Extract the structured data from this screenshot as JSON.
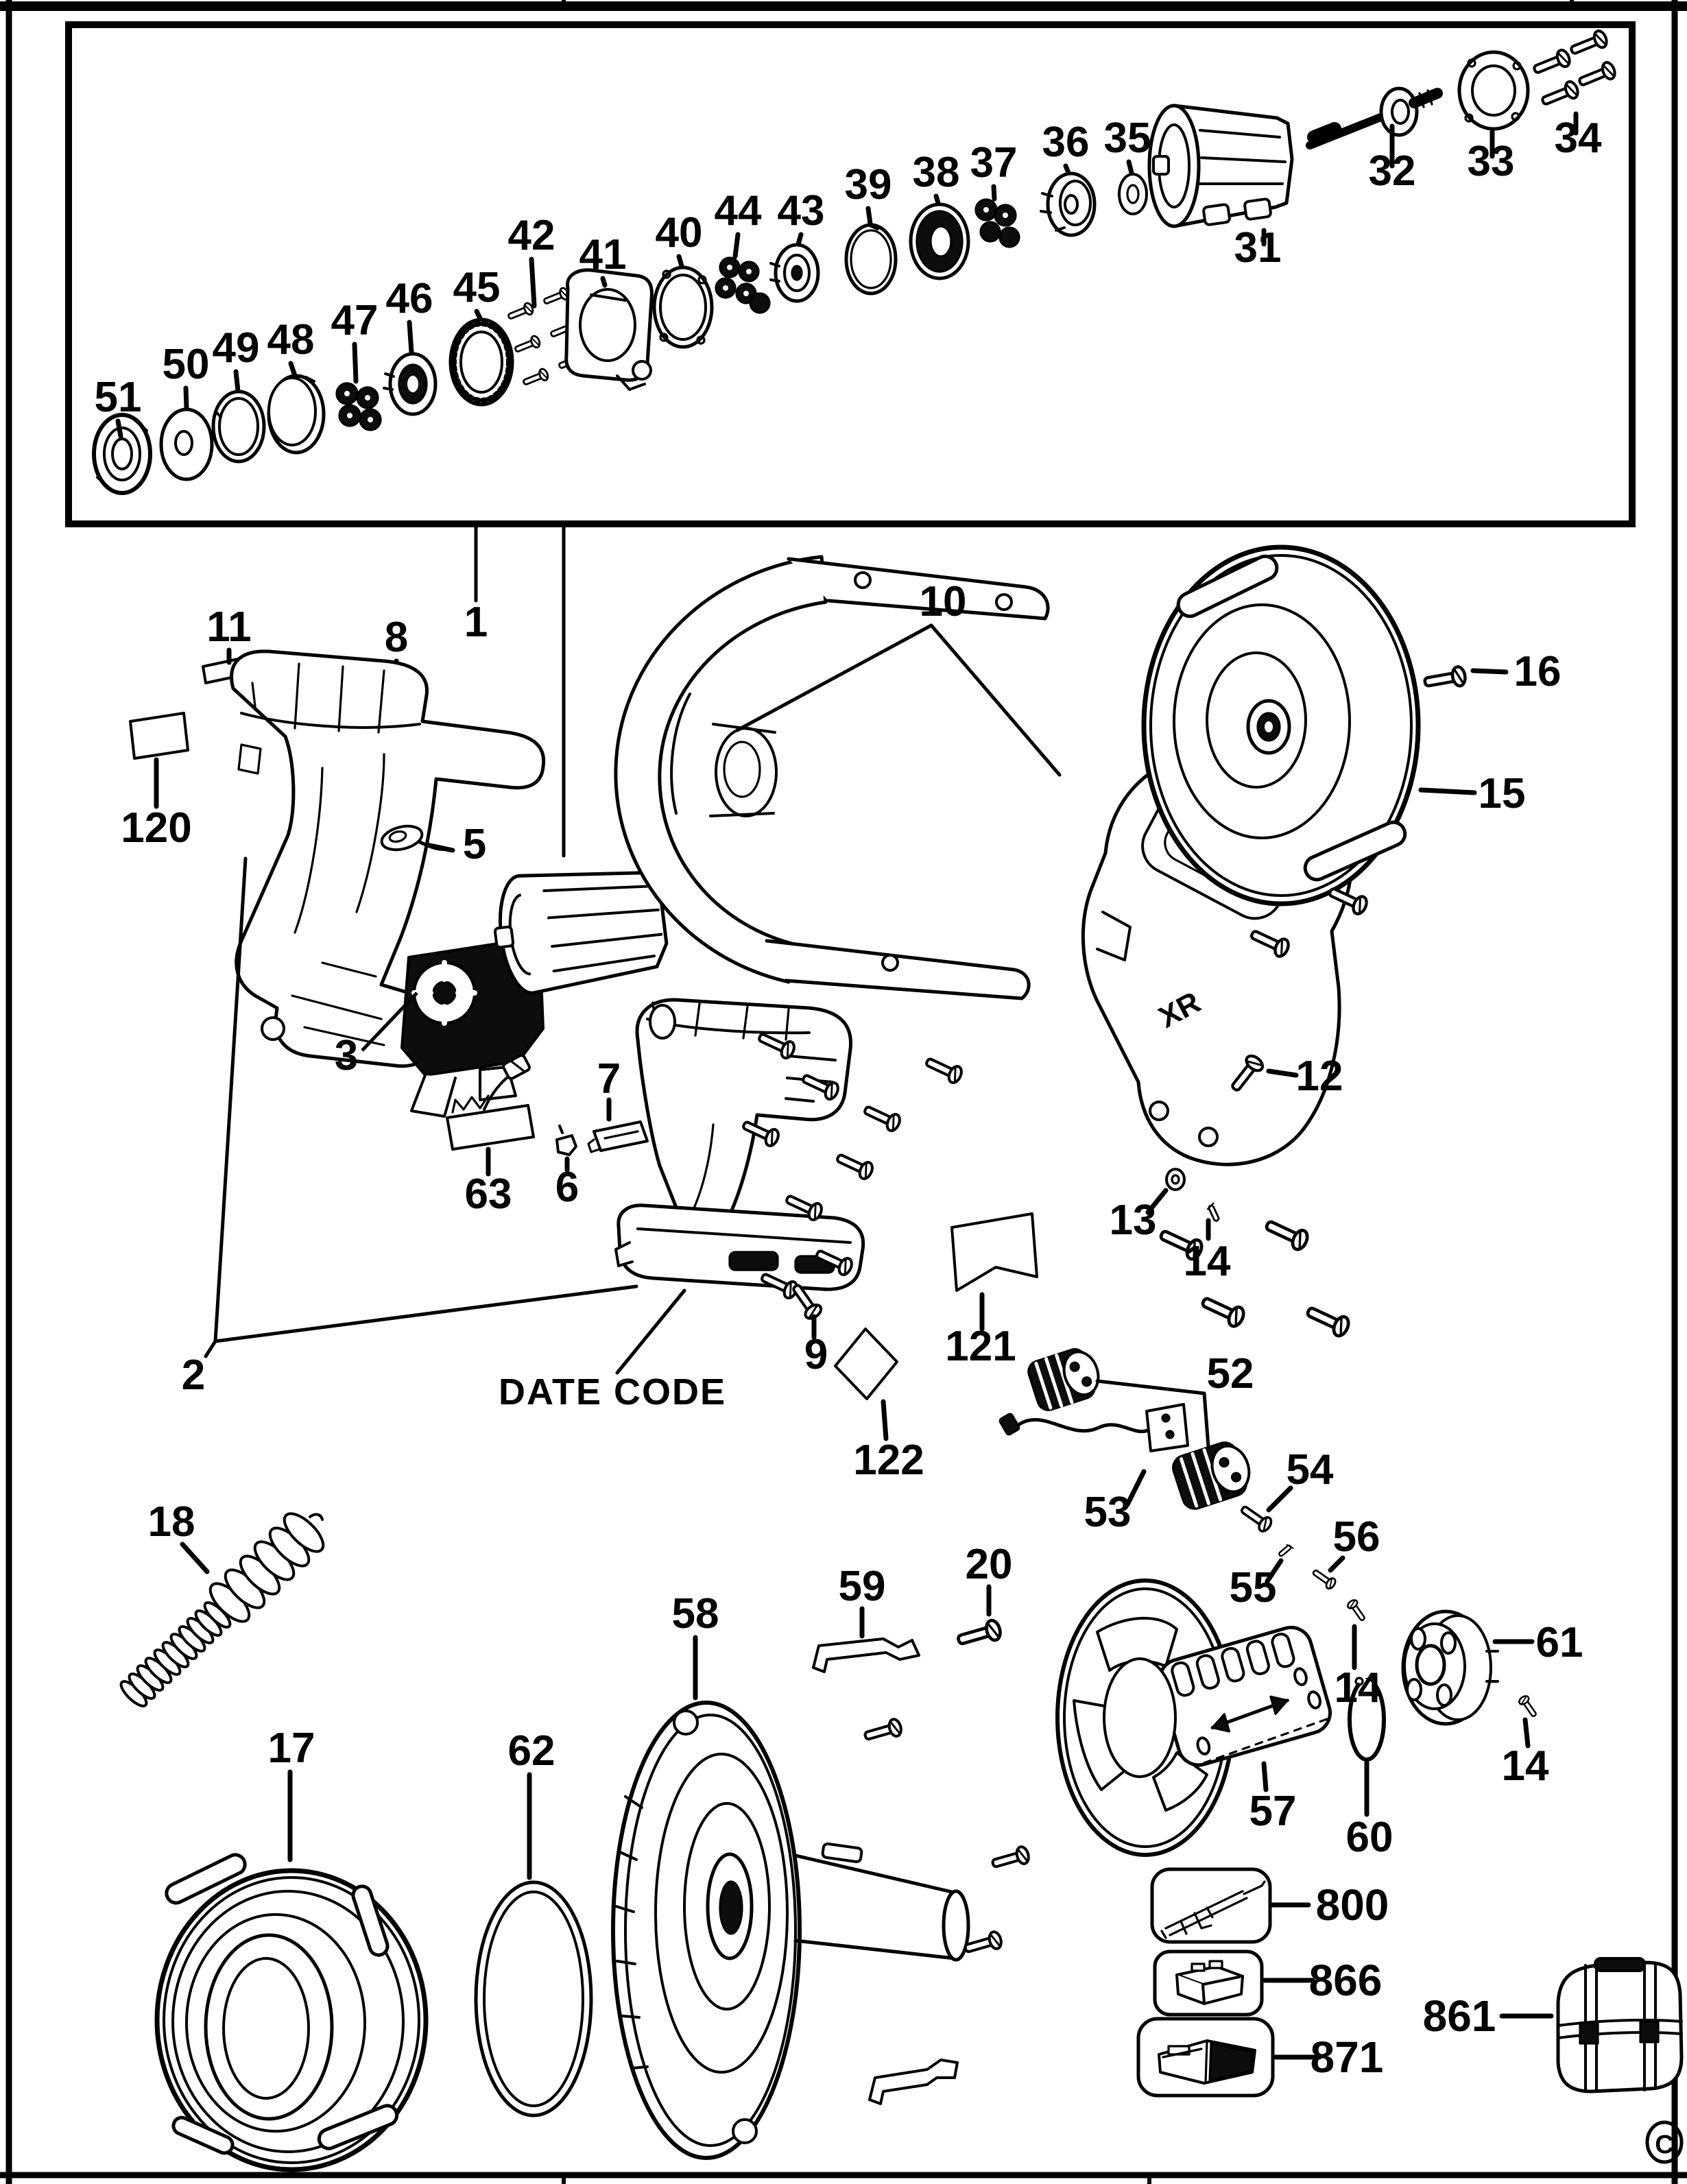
{
  "document": {
    "type": "exploded-parts-diagram",
    "date_code_label": "DATE CODE",
    "housing_logo": "XR",
    "copyright_mark": "C"
  },
  "labels": {
    "p51": "51",
    "p50": "50",
    "p49": "49",
    "p48": "48",
    "p47": "47",
    "p46": "46",
    "p45": "45",
    "p42": "42",
    "p41": "41",
    "p40": "40",
    "p44": "44",
    "p43": "43",
    "p39": "39",
    "p38": "38",
    "p37": "37",
    "p36": "36",
    "p35": "35",
    "p31": "31",
    "p32": "32",
    "p33": "33",
    "p34": "34",
    "p1": "1",
    "p2": "2",
    "p3": "3",
    "p5": "5",
    "p6": "6",
    "p7": "7",
    "p8": "8",
    "p9": "9",
    "p10": "10",
    "p11": "11",
    "p12": "12",
    "p13": "13",
    "p14a": "14",
    "p14b": "14",
    "p14c": "14",
    "p15": "15",
    "p16": "16",
    "p120": "120",
    "p121": "121",
    "p122": "122",
    "p63": "63",
    "p52": "52",
    "p53": "53",
    "p54": "54",
    "p55": "55",
    "p56": "56",
    "p17": "17",
    "p18": "18",
    "p20": "20",
    "p57": "57",
    "p58": "58",
    "p59": "59",
    "p60": "60",
    "p61": "61",
    "p62": "62",
    "p800": "800",
    "p861": "861",
    "p866": "866",
    "p871": "871"
  }
}
